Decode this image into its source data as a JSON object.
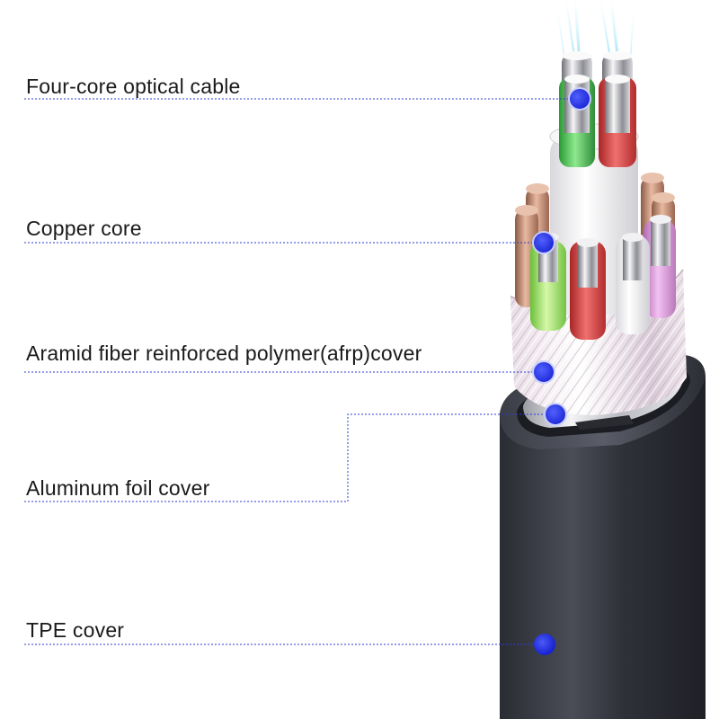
{
  "labels": {
    "optical": "Four-core optical cable",
    "copper": "Copper core",
    "aramid": "Aramid fiber reinforced polymer(afrp)cover",
    "foil": "Aluminum foil cover",
    "tpe": "TPE cover"
  },
  "colors": {
    "marker": "#1d2cf0",
    "leader_line": "#2b3bd6",
    "jacket": "#2e3038",
    "core_green": "#3fc04a",
    "core_red": "#d23a3a",
    "core_pink": "#d890d8",
    "core_white": "#f2f2f2",
    "copper": "#c98a6a",
    "fiber_glow": "#7fd6f0"
  },
  "icons": [
    "callout-marker-icon"
  ]
}
